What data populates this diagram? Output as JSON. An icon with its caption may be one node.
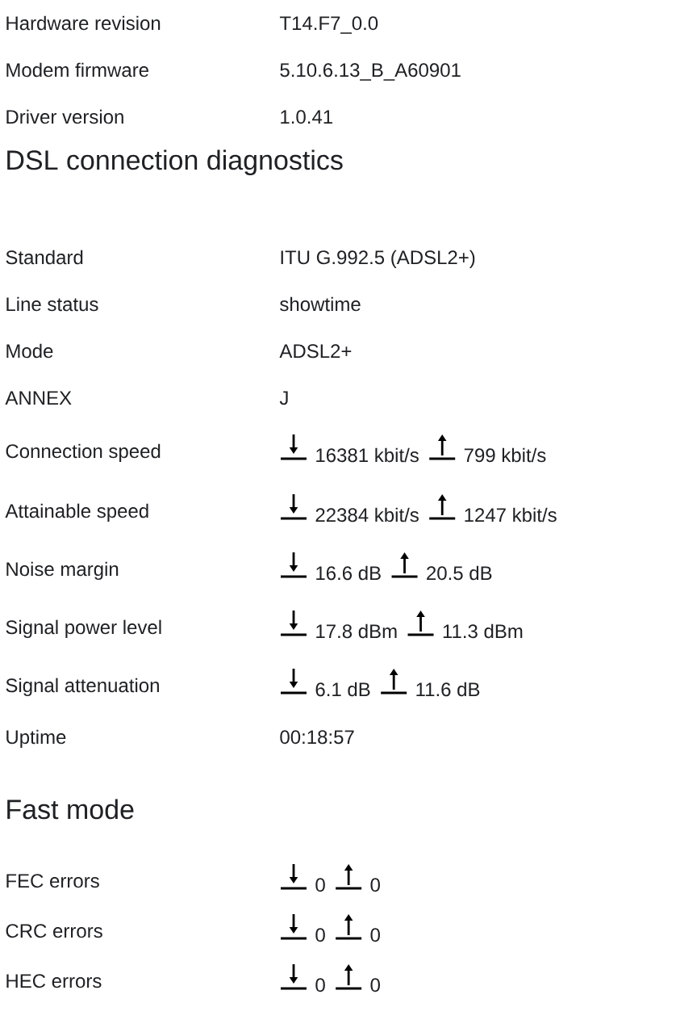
{
  "diagram": {
    "labels": [
      "Hardware revision",
      "T14.F7_0.0",
      "Modem firmware",
      "5.10.6.13_B_A60901",
      "Driver version",
      "1.0.41",
      "DSL connection diagnostics",
      "Standard",
      "ITU G.992.5 (ADSL2+)",
      "Line status",
      "showtime",
      "Mode",
      "ADSL2+",
      "ANNEX",
      "J",
      "Connection speed",
      "16381 kbit/s",
      "799 kbit/s",
      "Attainable speed",
      "22384 kbit/s",
      "1247 kbit/s",
      "Noise margin",
      "16.6 dB",
      "20.5 dB",
      "Signal power level",
      "17.8 dBm",
      "11.3 dBm",
      "Signal attenuation",
      "6.1 dB",
      "11.6 dB",
      "Uptime",
      "00:18:57",
      "Fast mode",
      "FEC errors",
      "0",
      "0",
      "CRC errors",
      "0",
      "0",
      "HEC errors",
      "0",
      "0"
    ]
  }
}
